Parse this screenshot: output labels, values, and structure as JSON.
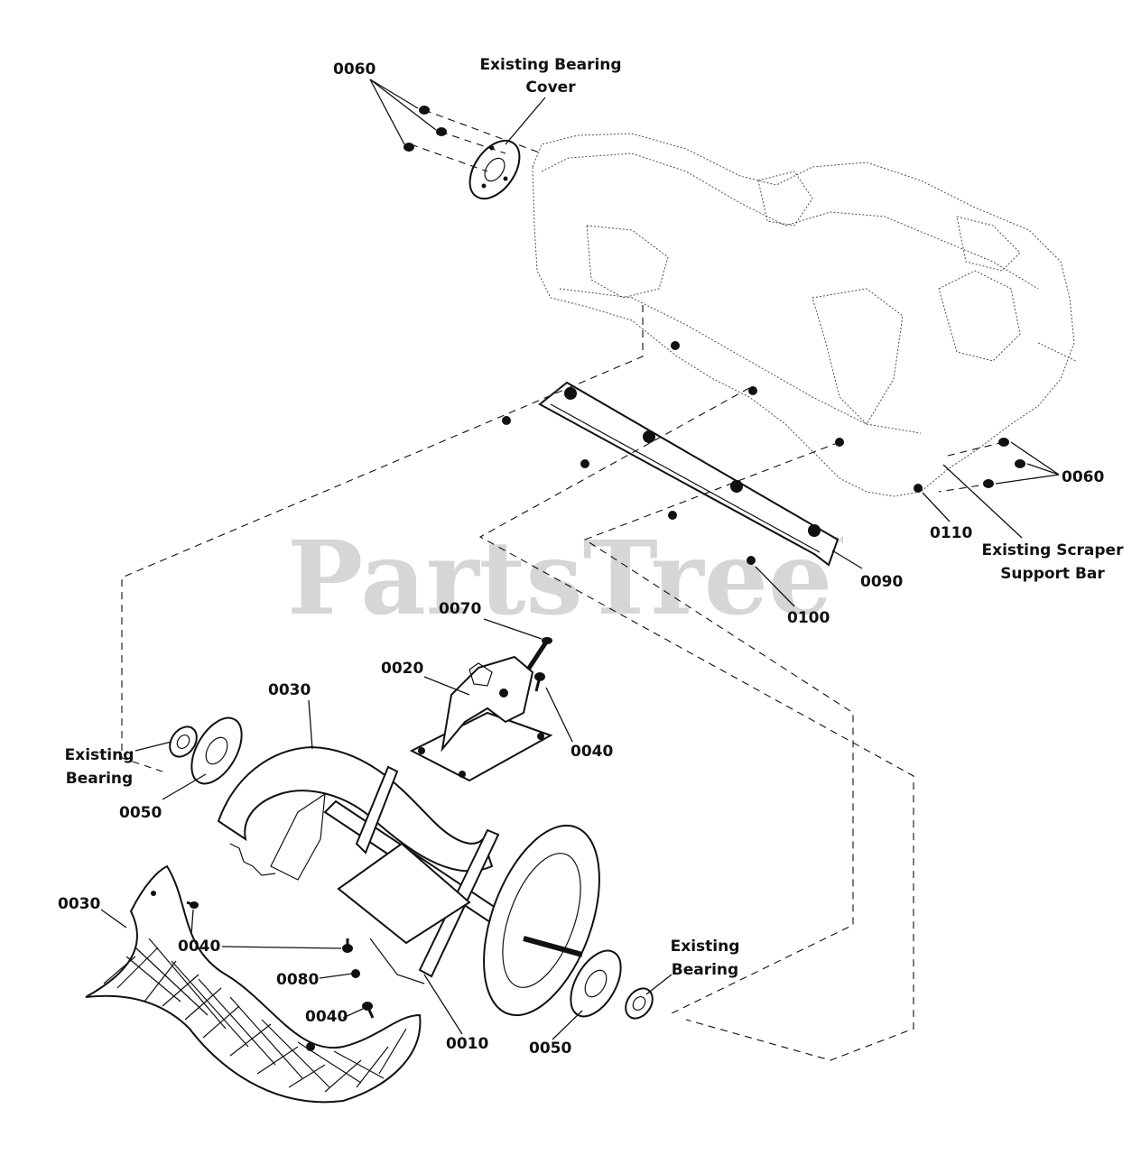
{
  "watermark": {
    "text": "PartsTree",
    "trademark": "TM"
  },
  "labels": {
    "l0060a": "0060",
    "bearing_cover_1": "Existing Bearing",
    "bearing_cover_2": "Cover",
    "l0060b": "0060",
    "l0110": "0110",
    "scraper_1": "Existing Scraper",
    "scraper_2": "Support Bar",
    "l0090": "0090",
    "l0100": "0100",
    "l0070": "0070",
    "l0020": "0020",
    "l0030a": "0030",
    "l0040a": "0040",
    "bearing_left_1": "Existing",
    "bearing_left_2": "Bearing",
    "l0050a": "0050",
    "l0030b": "0030",
    "l0040b": "0040",
    "l0080": "0080",
    "l0040c": "0040",
    "l0010": "0010",
    "l0050b": "0050",
    "bearing_right_1": "Existing",
    "bearing_right_2": "Bearing"
  }
}
